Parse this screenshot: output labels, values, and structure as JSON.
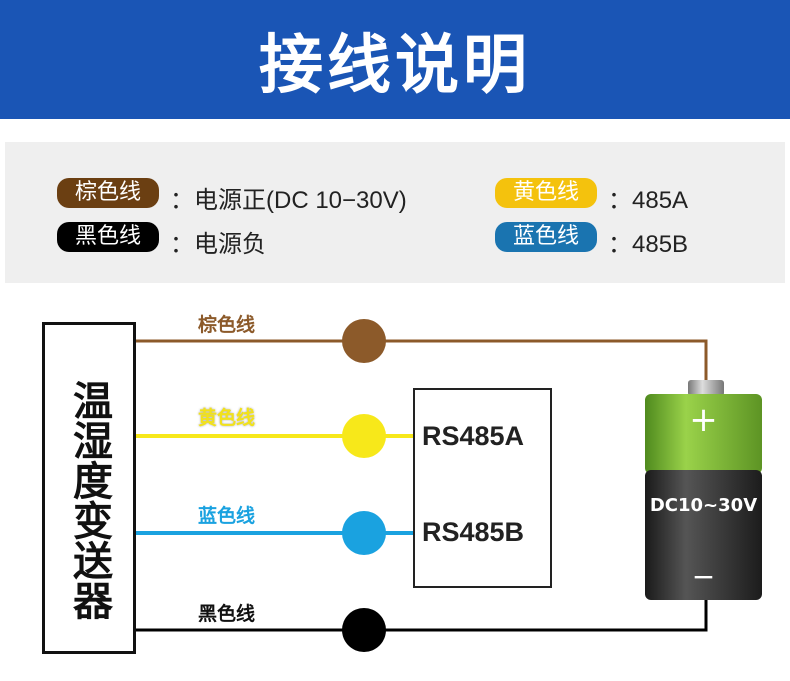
{
  "title": "接线说明",
  "legend": [
    {
      "label": "棕色线",
      "desc": "：电源正(DC 10−30V)",
      "color": "#6b3f12"
    },
    {
      "label": "黑色线",
      "desc": "：电源负",
      "color": "#000000"
    },
    {
      "label": "黄色线",
      "desc": "：485A",
      "color": "#f4c20d"
    },
    {
      "label": "蓝色线",
      "desc": "：485B",
      "color": "#1a74b0"
    }
  ],
  "sensor": {
    "label": "温湿度变送器"
  },
  "wires": [
    {
      "label": "棕色线",
      "color": "#8c5a2a"
    },
    {
      "label": "黄色线",
      "color": "#f7e81a"
    },
    {
      "label": "蓝色线",
      "color": "#1aa2e0"
    },
    {
      "label": "黑色线",
      "color": "#000000"
    }
  ],
  "module": {
    "a": "RS485A",
    "b": "RS485B"
  },
  "battery": {
    "plus": "+",
    "minus": "−",
    "voltage": "DC10~30V"
  }
}
